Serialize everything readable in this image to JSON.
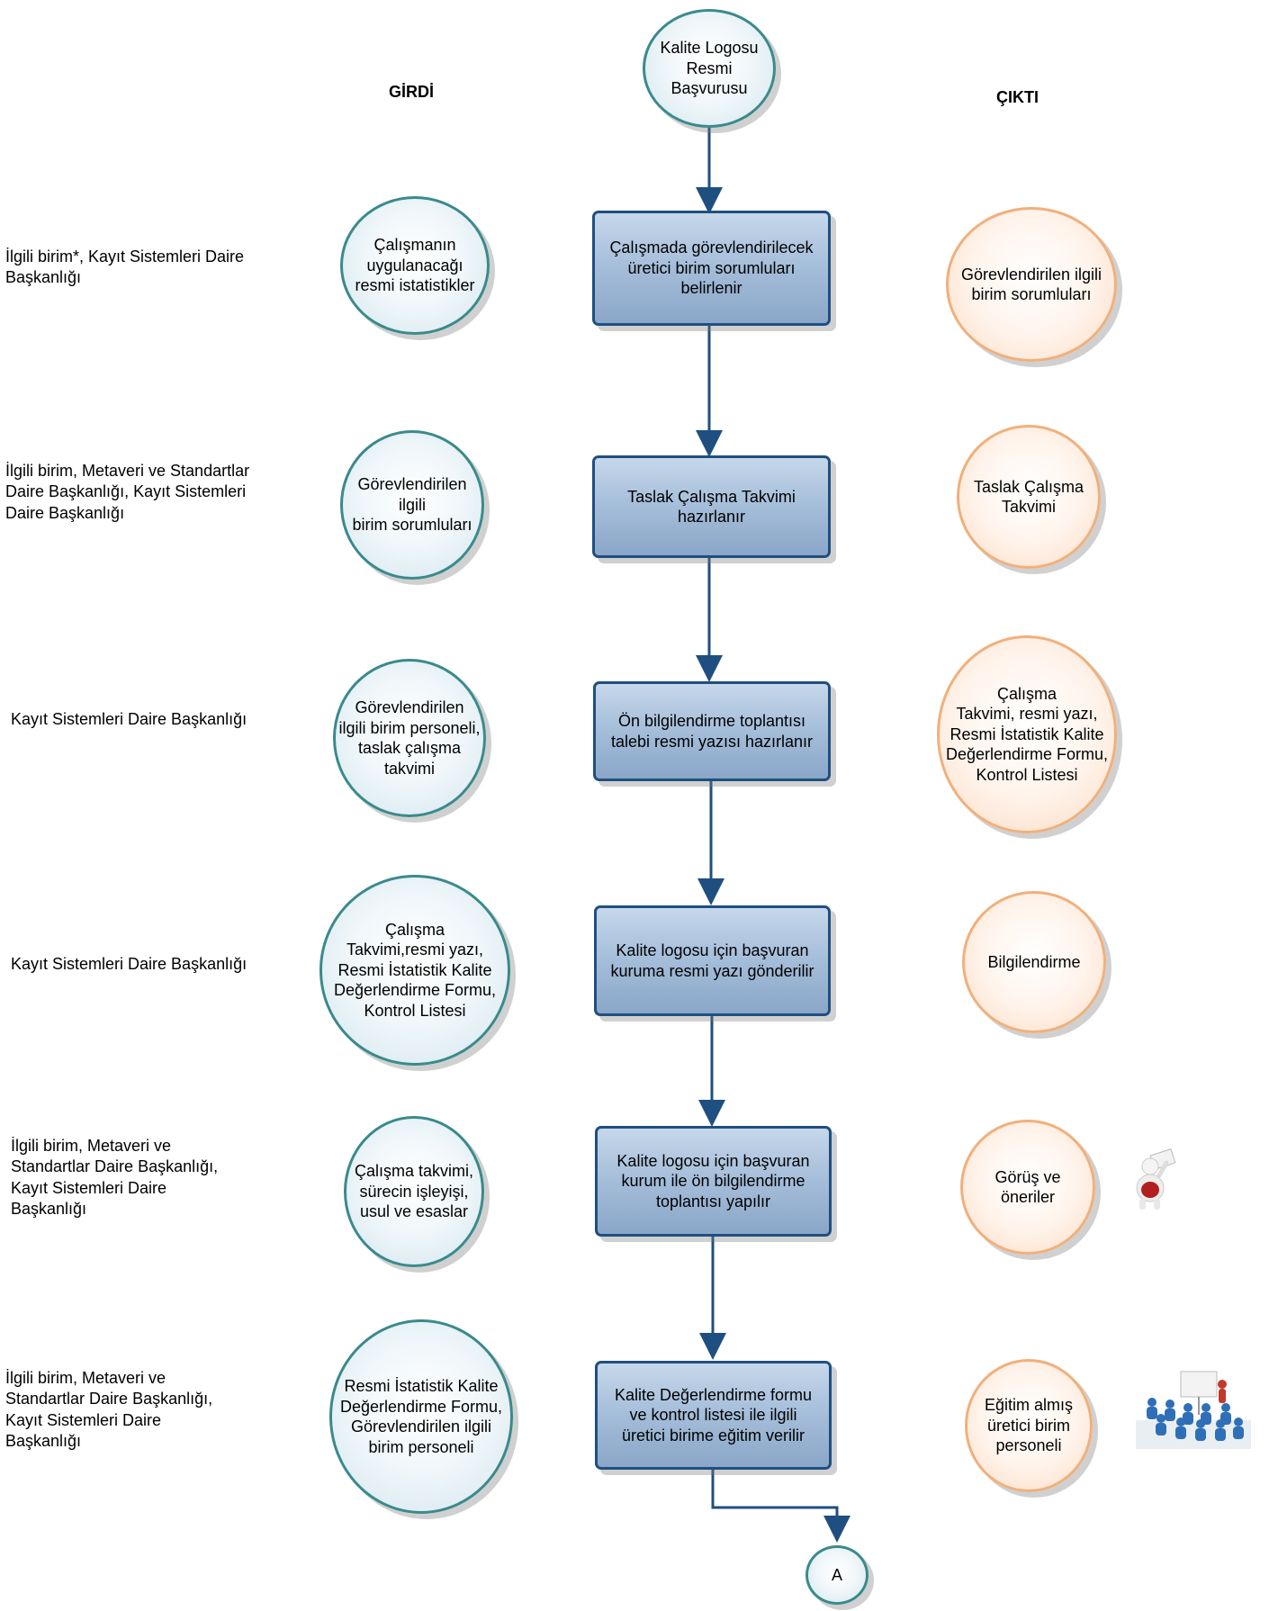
{
  "headers": {
    "input": "GİRDİ",
    "output": "ÇIKTI"
  },
  "start": "Kalite Logosu\nResmi\nBaşvurusu",
  "end_connector": "A",
  "steps": [
    {
      "label": "İlgili birim*, Kayıt Sistemleri Daire\nBaşkanlığı",
      "input": "Çalışmanın\nuygulanacağı\nresmi istatistikler",
      "process": "Çalışmada görevlendirilecek\nüretici birim sorumluları\nbelirlenir",
      "output": "Görevlendirilen ilgili\nbirim sorumluları"
    },
    {
      "label": "İlgili birim, Metaveri ve Standartlar\nDaire Başkanlığı, Kayıt Sistemleri\nDaire Başkanlığı",
      "input": "Görevlendirilen ilgili\nbirim sorumluları",
      "process": "Taslak Çalışma Takvimi\nhazırlanır",
      "output": "Taslak Çalışma\nTakvimi"
    },
    {
      "label": "Kayıt Sistemleri Daire Başkanlığı",
      "input": "Görevlendirilen\nilgili birim personeli,\ntaslak çalışma\ntakvimi",
      "process": "Ön bilgilendirme toplantısı\ntalebi resmi yazısı hazırlanır",
      "output": "Çalışma\nTakvimi, resmi yazı,\nResmi İstatistik Kalite\nDeğerlendirme Formu,\nKontrol Listesi"
    },
    {
      "label": "Kayıt Sistemleri Daire Başkanlığı",
      "input": "Çalışma\nTakvimi,resmi yazı,\nResmi İstatistik Kalite\nDeğerlendirme Formu,\nKontrol Listesi",
      "process": "Kalite logosu için başvuran\nkuruma resmi yazı gönderilir",
      "output": "Bilgilendirme"
    },
    {
      "label": "İlgili birim, Metaveri ve\nStandartlar Daire Başkanlığı,\nKayıt Sistemleri Daire\nBaşkanlığı",
      "input": "Çalışma takvimi,\nsürecin işleyişi,\nusul ve esaslar",
      "process": "Kalite logosu için başvuran\nkurum ile ön bilgilendirme\ntoplantısı yapılır",
      "output": "Görüş ve\nöneriler"
    },
    {
      "label": "İlgili birim, Metaveri ve\nStandartlar Daire Başkanlığı,\nKayıt Sistemleri Daire\nBaşkanlığı",
      "input": "Resmi İstatistik Kalite\nDeğerlendirme Formu,\nGörevlendirilen ilgili\nbirim personeli",
      "process": "Kalite Değerlendirme formu\nve kontrol listesi ile ilgili\nüretici birime eğitim verilir",
      "output": "Eğitim almış\nüretici birim\npersoneli"
    }
  ],
  "colors": {
    "process_border": "#1f4f80",
    "input_border": "#3a8a8c",
    "output_border": "#f0b07c",
    "arrow": "#1f4f80"
  }
}
